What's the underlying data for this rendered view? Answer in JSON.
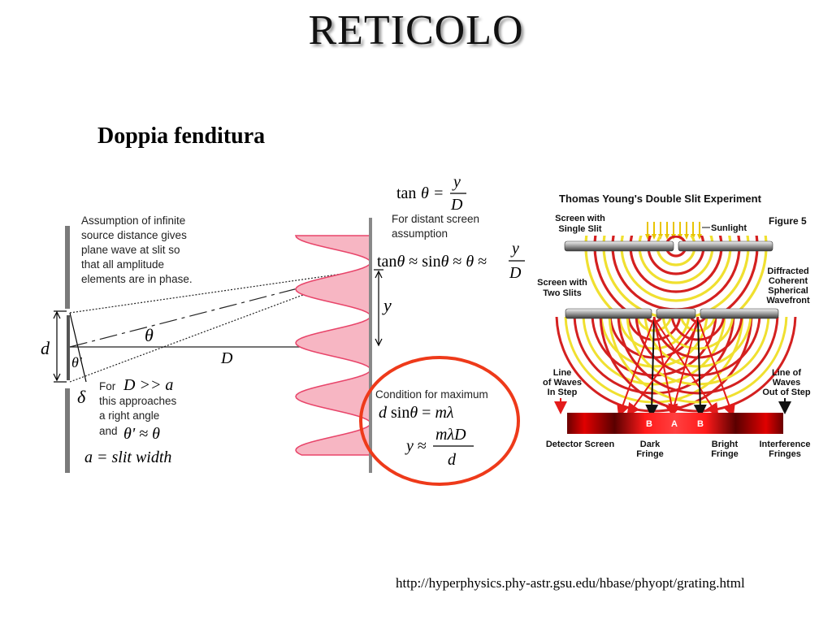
{
  "slide": {
    "title": "RETICOLO",
    "subtitle": "Doppia fenditura",
    "source_url": "http://hyperphysics.phy-astr.gsu.edu/hbase/phyopt/grating.html"
  },
  "left_diagram": {
    "note_plane_wave": [
      "Assumption of infinite",
      "source distance gives",
      "plane wave at slit so",
      "that all amplitude",
      "elements are in phase."
    ],
    "note_distant_screen": [
      "For distant screen",
      "assumption"
    ],
    "note_for": "For",
    "note_approaches": [
      "this approaches",
      "a right angle"
    ],
    "note_and": "and",
    "note_condition": "Condition for maximum",
    "formula_tan_prefix": "tan",
    "label_d": "d",
    "label_D": "D",
    "label_y": "y",
    "label_theta": "θ",
    "label_theta_prime": "θ'",
    "label_delta": "δ",
    "formula_D_gg_a": "D >> a",
    "formula_theta_prime": "θ' ≈ θ",
    "formula_slit_width": "a = slit width",
    "formula_tan": "tanθ = y/D",
    "formula_chain": "tanθ ≈ sinθ ≈ θ ≈ y/D",
    "formula_max": "d sinθ = mλ",
    "formula_y_approx": "y ≈ mλD/d",
    "highlight_color": "#ee3a1a",
    "intensity_color": "#f7b6c3",
    "intensity_edge_color": "#e8456a"
  },
  "right_diagram": {
    "title": "Thomas Young's Double Slit Experiment",
    "figure_label": "Figure 5",
    "screen_single_slit": [
      "Screen with",
      "Single Slit"
    ],
    "sunlight": "Sunlight",
    "screen_two_slits": [
      "Screen with",
      "Two Slits"
    ],
    "diffracted": [
      "Diffracted",
      "Coherent",
      "Spherical",
      "Wavefront"
    ],
    "line_in_step": [
      "Line",
      "of Waves",
      "In Step"
    ],
    "line_out_of_step": [
      "Line of",
      "Waves",
      "Out of Step"
    ],
    "fringe_labels": [
      "B",
      "A",
      "B"
    ],
    "detector_screen": "Detector Screen",
    "dark_fringe": [
      "Dark",
      "Fringe"
    ],
    "bright_fringe": [
      "Bright",
      "Fringe"
    ],
    "interference_fringes": [
      "Interference",
      "Fringes"
    ],
    "wave_colors": [
      "#d42020",
      "#f0e030"
    ],
    "arrow_color": "#e31b1b"
  }
}
